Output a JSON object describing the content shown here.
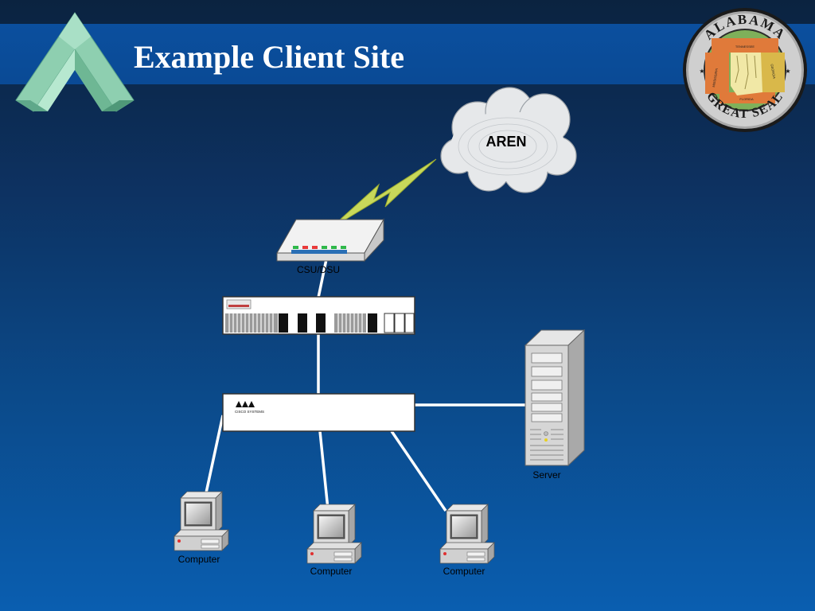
{
  "slide": {
    "title": "Example Client Site"
  },
  "seal": {
    "ring_top": "ALABAMA",
    "ring_bottom": "GREAT SEAL",
    "states": [
      "TENNESSEE",
      "MISSISSIPPI",
      "GEORGIA",
      "FLORIDA"
    ]
  },
  "nodes": {
    "cloud": "AREN",
    "csu_dsu": "CSU/DSU",
    "server": "Server",
    "computers": [
      "Computer",
      "Computer",
      "Computer"
    ]
  },
  "devices": {
    "switch_brand": "CISCO SYSTEMS"
  },
  "colors": {
    "title_band": "#0b4f9e",
    "lightning": "#c8d85a",
    "link": "#ffffff"
  }
}
